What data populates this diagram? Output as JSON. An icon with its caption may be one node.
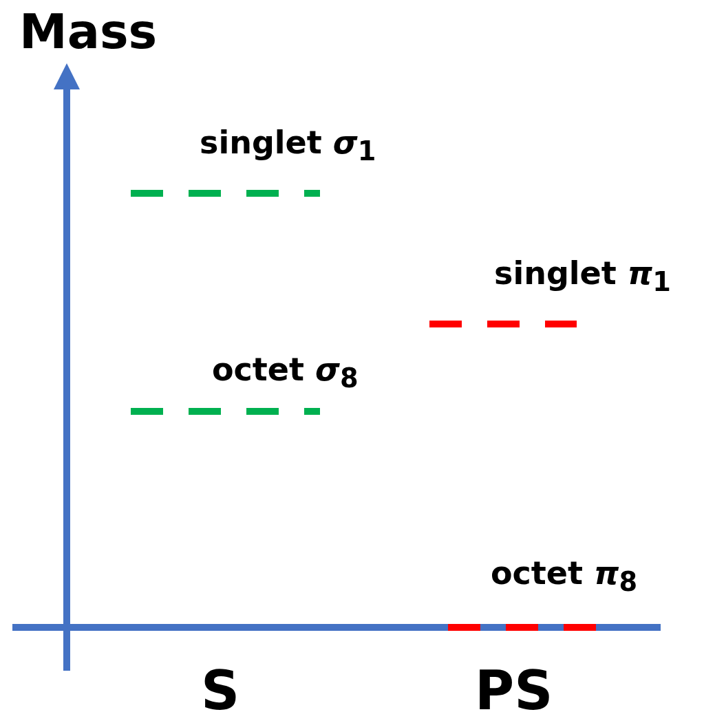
{
  "diagram": {
    "labels": [
      "Mass",
      "singlet *σ*$_{1}$",
      "singlet *π*$_{1}$",
      "octet *σ*$_{8}$",
      "octet *π*$_{8}$",
      "S",
      "PS"
    ]
  }
}
